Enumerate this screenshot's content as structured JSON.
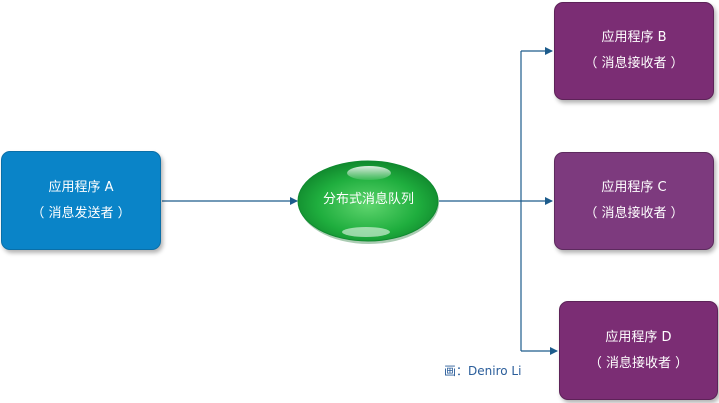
{
  "sender": {
    "title": "应用程序 A",
    "role": "（ 消息发送者 ）"
  },
  "queue": {
    "label": "分布式消息队列"
  },
  "receivers": [
    {
      "title": "应用程序 B",
      "role": "（ 消息接收者 ）"
    },
    {
      "title": "应用程序 C",
      "role": "（ 消息接收者 ）"
    },
    {
      "title": "应用程序 D",
      "role": "（ 消息接收者 ）"
    }
  ],
  "credit": "画：Deniro Li",
  "colors": {
    "sender_fill": "#0a84c8",
    "receiver_fill": "#7b2d74",
    "receiver_c_fill": "#7d3a7e",
    "queue_fill": "#1fae3e",
    "arrow": "#1d5c8c"
  }
}
